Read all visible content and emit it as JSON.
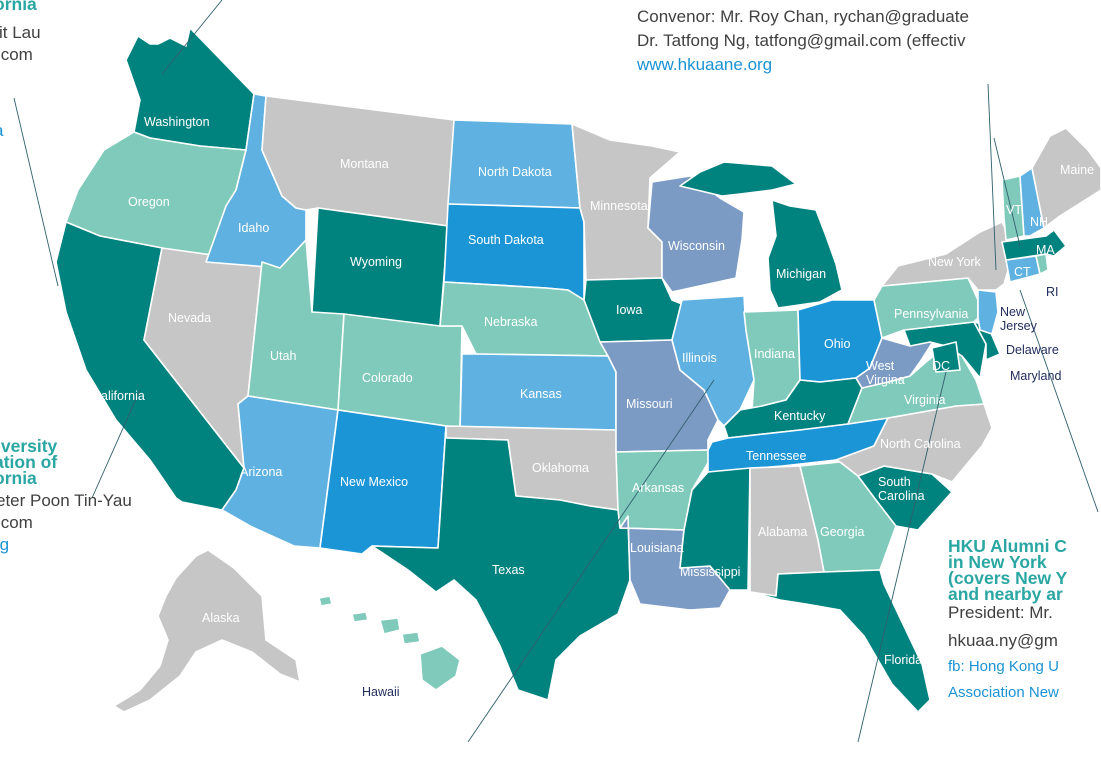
{
  "colors": {
    "teal": "#00827f",
    "mint": "#7fcabb",
    "sky": "#5fb1e1",
    "blue": "#1c95d6",
    "slate": "#7b9ac4",
    "gray": "#c6c6c6",
    "heading": "#2aa6a3",
    "link": "#1a93d4",
    "body_text": "#404040"
  },
  "blocks": {
    "nw": {
      "line1": "ornia",
      "line2": "it Lau",
      "line3": ".com",
      "line4": "a"
    },
    "ne": {
      "line1": "Convenor: Mr. Roy Chan, rychan@graduate",
      "line2": "Dr. Tatfong Ng, tatfong@gmail.com (effectiv",
      "line3": "www.hkuaane.org"
    },
    "sw": {
      "line1": "iversity",
      "line2": "ation of",
      "line3": "ornia",
      "line4": "eter Poon Tin-Yau",
      "line5": ".com",
      "line6": "rg"
    },
    "se": {
      "line1": "HKU Alumni C",
      "line2": "in New York",
      "line3": "(covers New Y",
      "line4": "and nearby ar",
      "line5": "President: Mr.",
      "line6": "hkuaa.ny@gm",
      "line7": "fb: Hong Kong U",
      "line8": "Association New"
    }
  },
  "states": {
    "WA": {
      "label": "Washington",
      "group": "teal"
    },
    "OR": {
      "label": "Oregon",
      "group": "mint"
    },
    "CA": {
      "label": "California",
      "group": "teal"
    },
    "NV": {
      "label": "Nevada",
      "group": "gray"
    },
    "ID": {
      "label": "Idaho",
      "group": "sky"
    },
    "MT": {
      "label": "Montana",
      "group": "gray"
    },
    "WY": {
      "label": "Wyoming",
      "group": "teal"
    },
    "UT": {
      "label": "Utah",
      "group": "mint"
    },
    "AZ": {
      "label": "Arizona",
      "group": "sky"
    },
    "CO": {
      "label": "Colorado",
      "group": "mint"
    },
    "NM": {
      "label": "New Mexico",
      "group": "blue"
    },
    "ND": {
      "label": "North Dakota",
      "group": "sky"
    },
    "SD": {
      "label": "South Dakota",
      "group": "blue"
    },
    "NE": {
      "label": "Nebraska",
      "group": "mint"
    },
    "KS": {
      "label": "Kansas",
      "group": "sky"
    },
    "OK": {
      "label": "Oklahoma",
      "group": "gray"
    },
    "TX": {
      "label": "Texas",
      "group": "teal"
    },
    "MN": {
      "label": "Minnesota",
      "group": "gray"
    },
    "IA": {
      "label": "Iowa",
      "group": "teal"
    },
    "MO": {
      "label": "Missouri",
      "group": "slate"
    },
    "AR": {
      "label": "Arkansas",
      "group": "mint"
    },
    "LA": {
      "label": "Louisiana",
      "group": "slate"
    },
    "WI": {
      "label": "Wisconsin",
      "group": "slate"
    },
    "IL": {
      "label": "Illinois",
      "group": "sky"
    },
    "MI": {
      "label": "Michigan",
      "group": "teal"
    },
    "IN": {
      "label": "Indiana",
      "group": "mint"
    },
    "OH": {
      "label": "Ohio",
      "group": "blue"
    },
    "KY": {
      "label": "Kentucky",
      "group": "teal"
    },
    "TN": {
      "label": "Tennessee",
      "group": "blue"
    },
    "MS": {
      "label": "Mississippi",
      "group": "teal"
    },
    "AL": {
      "label": "Alabama",
      "group": "gray"
    },
    "GA": {
      "label": "Georgia",
      "group": "mint"
    },
    "FL": {
      "label": "Florida",
      "group": "teal"
    },
    "SC": {
      "label": "South Carolina",
      "group": "teal"
    },
    "NC": {
      "label": "North Carolina",
      "group": "gray"
    },
    "VA": {
      "label": "Virginia",
      "group": "mint"
    },
    "WV": {
      "label": "West Virgina",
      "group": "slate"
    },
    "MD": {
      "label": "Maryland",
      "group": "teal"
    },
    "DE": {
      "label": "Delaware",
      "group": "teal"
    },
    "DC": {
      "label": "DC",
      "group": "teal"
    },
    "PA": {
      "label": "Pennsylvania",
      "group": "mint"
    },
    "NJ": {
      "label": "New Jersey",
      "group": "sky"
    },
    "NY": {
      "label": "New York",
      "group": "gray"
    },
    "CT": {
      "label": "CT",
      "group": "sky"
    },
    "RI": {
      "label": "RI",
      "group": "mint"
    },
    "MA": {
      "label": "MA",
      "group": "teal"
    },
    "VT": {
      "label": "VT",
      "group": "mint"
    },
    "NH": {
      "label": "NH",
      "group": "sky"
    },
    "ME": {
      "label": "Maine",
      "group": "gray"
    },
    "AK": {
      "label": "Alaska",
      "group": "gray"
    },
    "HI": {
      "label": "Hawaii",
      "group": "mint"
    }
  }
}
